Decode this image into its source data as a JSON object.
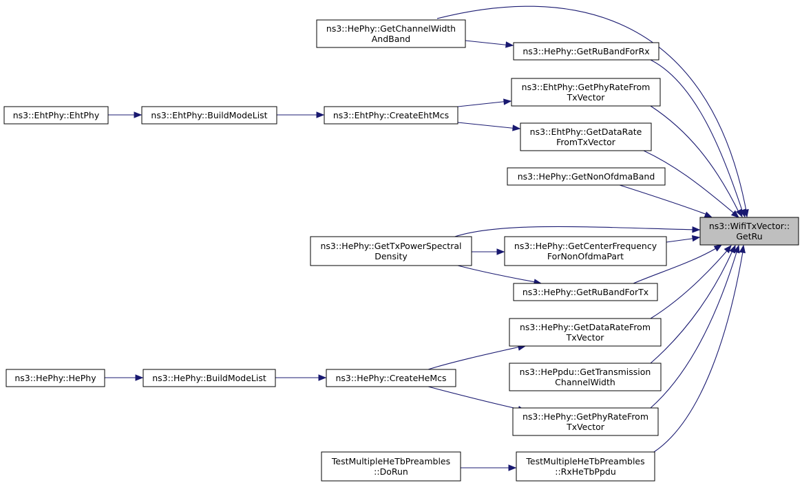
{
  "colors": {
    "edge": "#191970",
    "node_border": "#000000",
    "node_fill": "#ffffff",
    "root_fill": "#bfbfbf"
  },
  "nodes": {
    "root": {
      "lines": [
        "ns3::WifiTxVector::",
        "GetRu"
      ]
    },
    "get_channel_width_and_band": {
      "lines": [
        "ns3::HePhy::GetChannelWidth",
        "AndBand"
      ]
    },
    "get_ru_band_for_rx": {
      "lines": [
        "ns3::HePhy::GetRuBandForRx"
      ]
    },
    "eht_get_phy_rate_from_tx_vector": {
      "lines": [
        "ns3::EhtPhy::GetPhyRateFrom",
        "TxVector"
      ]
    },
    "eht_get_data_rate_from_tx_vector": {
      "lines": [
        "ns3::EhtPhy::GetDataRate",
        "FromTxVector"
      ]
    },
    "get_non_ofdma_band": {
      "lines": [
        "ns3::HePhy::GetNonOfdmaBand"
      ]
    },
    "get_center_frequency_for_non_ofdma_part": {
      "lines": [
        "ns3::HePhy::GetCenterFrequency",
        "ForNonOfdmaPart"
      ]
    },
    "get_ru_band_for_tx": {
      "lines": [
        "ns3::HePhy::GetRuBandForTx"
      ]
    },
    "he_get_data_rate_from_tx_vector": {
      "lines": [
        "ns3::HePhy::GetDataRateFrom",
        "TxVector"
      ]
    },
    "get_transmission_channel_width": {
      "lines": [
        "ns3::HePpdu::GetTransmission",
        "ChannelWidth"
      ]
    },
    "he_get_phy_rate_from_tx_vector": {
      "lines": [
        "ns3::HePhy::GetPhyRateFrom",
        "TxVector"
      ]
    },
    "rx_he_tb_ppdu": {
      "lines": [
        "TestMultipleHeTbPreambles",
        "::RxHeTbPpdu"
      ]
    },
    "create_eht_mcs": {
      "lines": [
        "ns3::EhtPhy::CreateEhtMcs"
      ]
    },
    "get_tx_power_spectral_density": {
      "lines": [
        "ns3::HePhy::GetTxPowerSpectral",
        "Density"
      ]
    },
    "create_he_mcs": {
      "lines": [
        "ns3::HePhy::CreateHeMcs"
      ]
    },
    "do_run": {
      "lines": [
        "TestMultipleHeTbPreambles",
        "::DoRun"
      ]
    },
    "eht_build_mode_list": {
      "lines": [
        "ns3::EhtPhy::BuildModeList"
      ]
    },
    "he_build_mode_list": {
      "lines": [
        "ns3::HePhy::BuildModeList"
      ]
    },
    "eht_phy": {
      "lines": [
        "ns3::EhtPhy::EhtPhy"
      ]
    },
    "he_phy": {
      "lines": [
        "ns3::HePhy::HePhy"
      ]
    }
  }
}
